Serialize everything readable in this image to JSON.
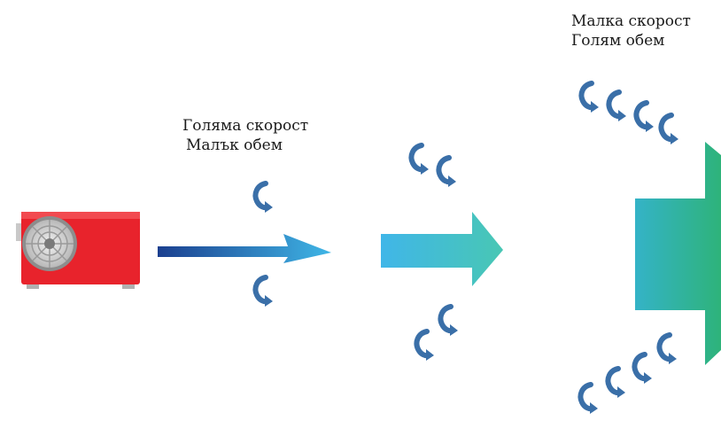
{
  "labels": {
    "high_speed_line1": "Голяма скорост",
    "high_speed_line2": "Малък обем",
    "low_speed_line1": "Малка скорост",
    "low_speed_line2": "Голям обем"
  },
  "colors": {
    "fan_body": "#e8232c",
    "swirl": "#3a6fa8",
    "arrow1_start": "#1b3f8f",
    "arrow1_end": "#3fb6e6",
    "arrow2_start": "#40b6e8",
    "arrow2_end": "#48c7b4",
    "arrow3_start": "#34b3c7",
    "arrow3_end": "#2eb37a"
  },
  "icons": {
    "fan": "fan-unit-icon",
    "swirl": "swirl-icon"
  }
}
